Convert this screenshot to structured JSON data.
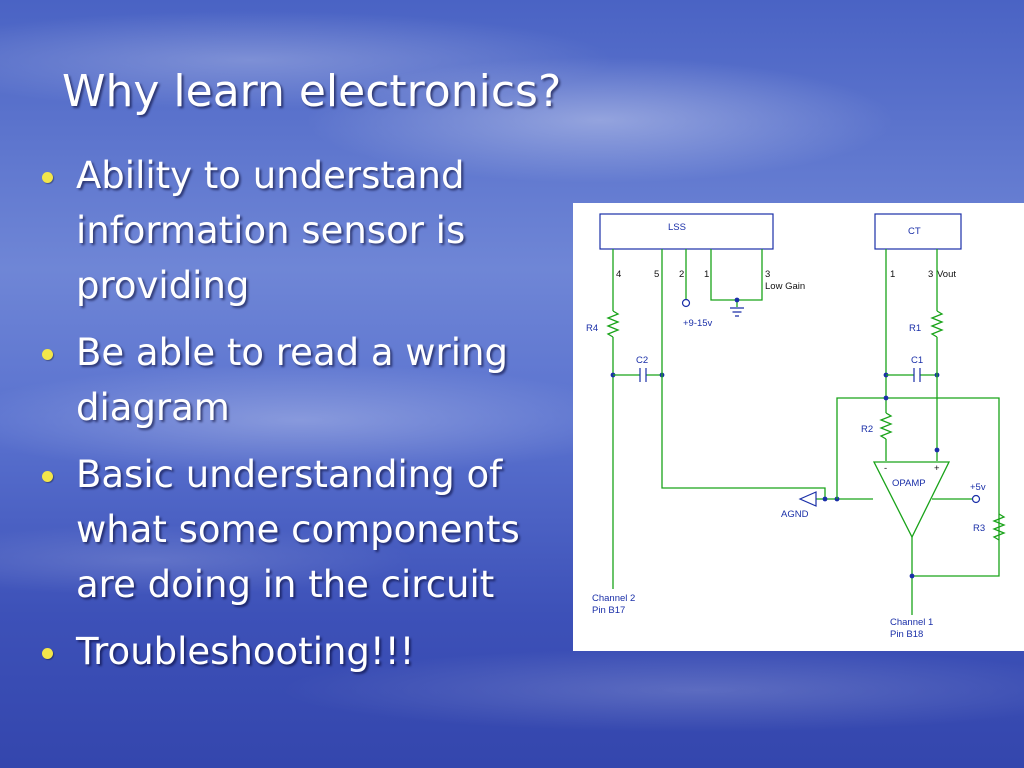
{
  "slide": {
    "title": "Why learn electronics?",
    "bullets": [
      "Ability to understand information sensor is providing",
      "Be able to read a wring diagram",
      "Basic understanding of what some components are doing in the circuit",
      "Troubleshooting!!!"
    ],
    "bullet_color": "#f3e64a"
  },
  "diagram": {
    "lss_label": "LSS",
    "ct_label": "CT",
    "lss_pins": [
      "4",
      "5",
      "2",
      "1",
      "3"
    ],
    "low_gain": "Low Gain",
    "ct_pins": [
      "1",
      "3"
    ],
    "vout": "Vout",
    "supply": "+9-15v",
    "r4": "R4",
    "c2": "C2",
    "r1": "R1",
    "c1": "C1",
    "r2": "R2",
    "r3": "R3",
    "opamp": "OPAMP",
    "minus": "-",
    "plus": "+",
    "plus5v": "+5v",
    "agnd": "AGND",
    "channel2": "Channel 2",
    "pin_b17": "Pin B17",
    "channel1": "Channel 1",
    "pin_b18": "Pin B18",
    "wire_color": "#19a319",
    "component_color": "#1a2fa8"
  }
}
